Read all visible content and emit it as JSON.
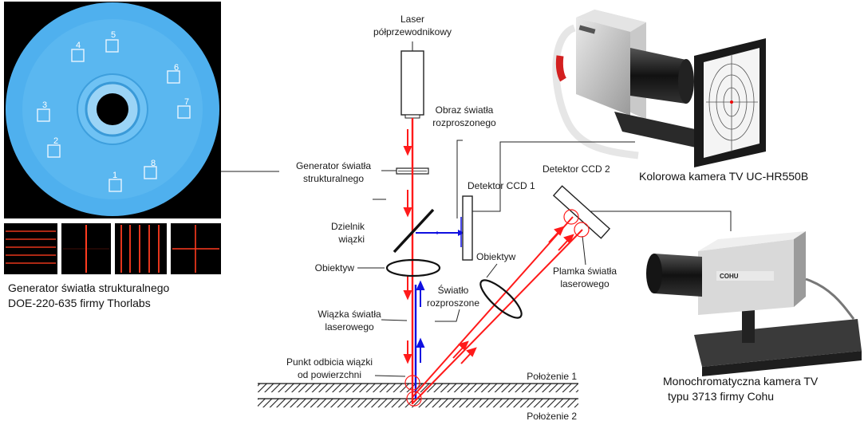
{
  "diagram": {
    "labels": {
      "laser_line1": "Laser",
      "laser_line2": "półprzewodnikowy",
      "scatter_image_line1": "Obraz światła",
      "scatter_image_line2": "rozproszonego",
      "generator_line1": "Generator światła",
      "generator_line2": "strukturalnego",
      "ccd1": "Detektor CCD  1",
      "ccd2": "Detektor CCD  2",
      "splitter_line1": "Dzielnik",
      "splitter_line2": "wiązki",
      "objective_left": "Obiektyw",
      "objective_right": "Obiektyw",
      "scattered_line1": "Światło",
      "scattered_line2": "rozproszone",
      "laser_beam_line1": "Wiązka  światła",
      "laser_beam_line2": "laserowego",
      "laser_spot_line1": "Plamka  światła",
      "laser_spot_line2": "laserowego",
      "reflection_line1": "Punkt odbicia  wiązki",
      "reflection_line2": "od powierzchni",
      "position1": "Położenie 1",
      "position2": "Położenie 2"
    },
    "disc_numbers": [
      "1",
      "2",
      "3",
      "4",
      "5",
      "6",
      "7",
      "8"
    ],
    "colors": {
      "laser": "#ff1a1a",
      "scattered": "#1010e0",
      "disc": "#4fb0ee",
      "disc_background": "#000000"
    }
  },
  "captions": {
    "doe_line1": "Generator światła strukturalnego",
    "doe_line2": "DOE-220-635 firmy Thorlabs",
    "color_camera": "Kolorowa kamera TV UC-HR550B",
    "mono_line1": "Monochromatyczna kamera TV",
    "mono_line2": "typu 3713 firmy Cohu"
  },
  "camera_labels": {
    "cohu_brand": "COHU"
  }
}
